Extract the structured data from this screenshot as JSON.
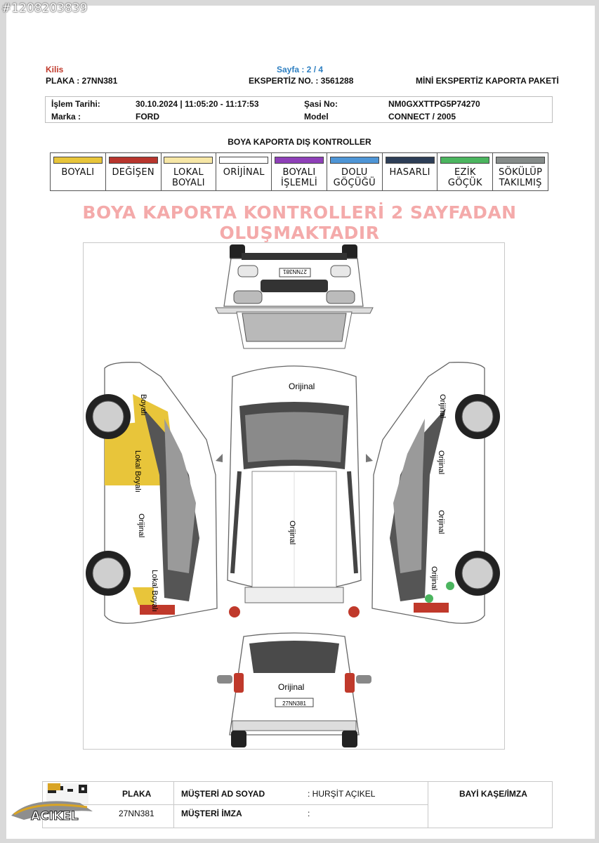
{
  "listing_id": "#1208203839",
  "header": {
    "city": "Kilis",
    "page": "Sayfa : 2 / 4",
    "plate": "PLAKA : 27NN381",
    "expertise_no": "EKSPERTİZ NO. : 3561288",
    "package": "MİNİ EKSPERTİZ KAPORTA PAKETİ"
  },
  "info": {
    "process_date_label": "İşlem Tarihi:",
    "process_date_value": "30.10.2024 | 11:05:20 - 11:17:53",
    "chassis_label": "Şasi No:",
    "chassis_value": "NM0GXXTTPG5P74270",
    "brand_label": "Marka :",
    "brand_value": "FORD",
    "model_label": "Model",
    "model_value": "CONNECT / 2005"
  },
  "section_title": "BOYA KAPORTA DIŞ KONTROLLER",
  "legend": [
    {
      "label": "BOYALI",
      "color": "#e8c53a"
    },
    {
      "label": "DEĞİŞEN",
      "color": "#b8352d"
    },
    {
      "label": "LOKAL BOYALI",
      "color": "#f7e7a6"
    },
    {
      "label": "ORİJİNAL",
      "color": "#ffffff"
    },
    {
      "label": "BOYALI İŞLEMLİ",
      "color": "#8e3fb8"
    },
    {
      "label": "DOLU GÖÇÜĞÜ",
      "color": "#4e95d6"
    },
    {
      "label": "HASARLI",
      "color": "#2d3e57"
    },
    {
      "label": "EZİK GÖÇÜK",
      "color": "#4bb55f"
    },
    {
      "label": "SÖKÜLÜP TAKILMIŞ",
      "color": "#858b89"
    }
  ],
  "banner": "BOYA KAPORTA KONTROLLERİ 2 SAYFADAN OLUŞMAKTADIR",
  "diagram": {
    "plate_text": "27NN381",
    "roof_label": "Orijinal",
    "hood_label": "Orijinal",
    "rear_label": "Orijinal",
    "left_fender_label": "Boyalı",
    "left_front_door_label": "Lokal Boyalı",
    "left_rear_door_label": "Orijinal",
    "left_quarter_label": "Lokal Boyalı",
    "right_fender_label": "Orijinal",
    "right_front_door_label": "Orijinal",
    "right_rear_door_label": "Orijinal",
    "right_quarter_label": "Orijinal"
  },
  "footer": {
    "plate_label": "PLAKA",
    "plate_value": "27NN381",
    "customer_name_label": "MÜŞTERİ AD SOYAD",
    "customer_name_value": ": HURŞİT AÇIKEL",
    "customer_sign_label": "MÜŞTERİ İMZA",
    "customer_sign_value": ":",
    "dealer_stamp_label": "BAYİ KAŞE/İMZA"
  },
  "logo_text": "ACIKEL"
}
